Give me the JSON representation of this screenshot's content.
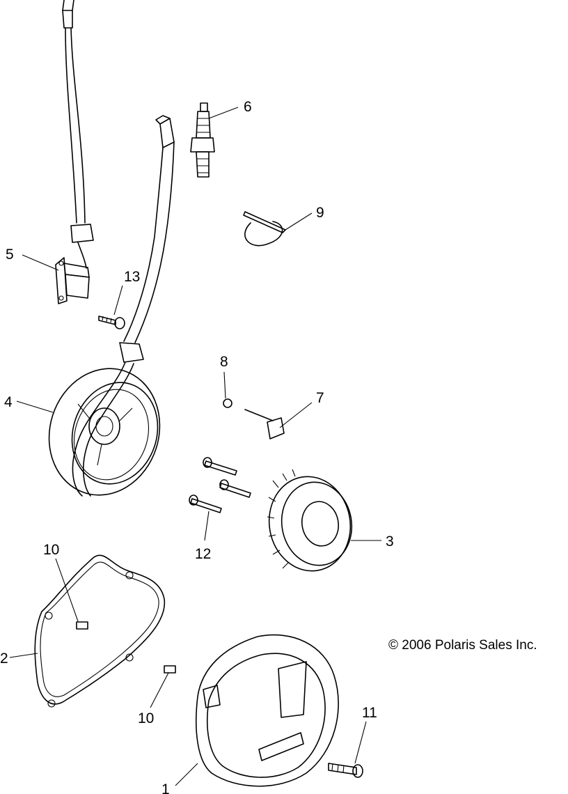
{
  "diagram": {
    "copyright": "© 2006 Polaris Sales Inc.",
    "callouts": {
      "c1": "1",
      "c2": "2",
      "c3": "3",
      "c4": "4",
      "c5": "5",
      "c6": "6",
      "c7": "7",
      "c8": "8",
      "c9": "9",
      "c10a": "10",
      "c10b": "10",
      "c11": "11",
      "c12": "12",
      "c13": "13"
    }
  }
}
